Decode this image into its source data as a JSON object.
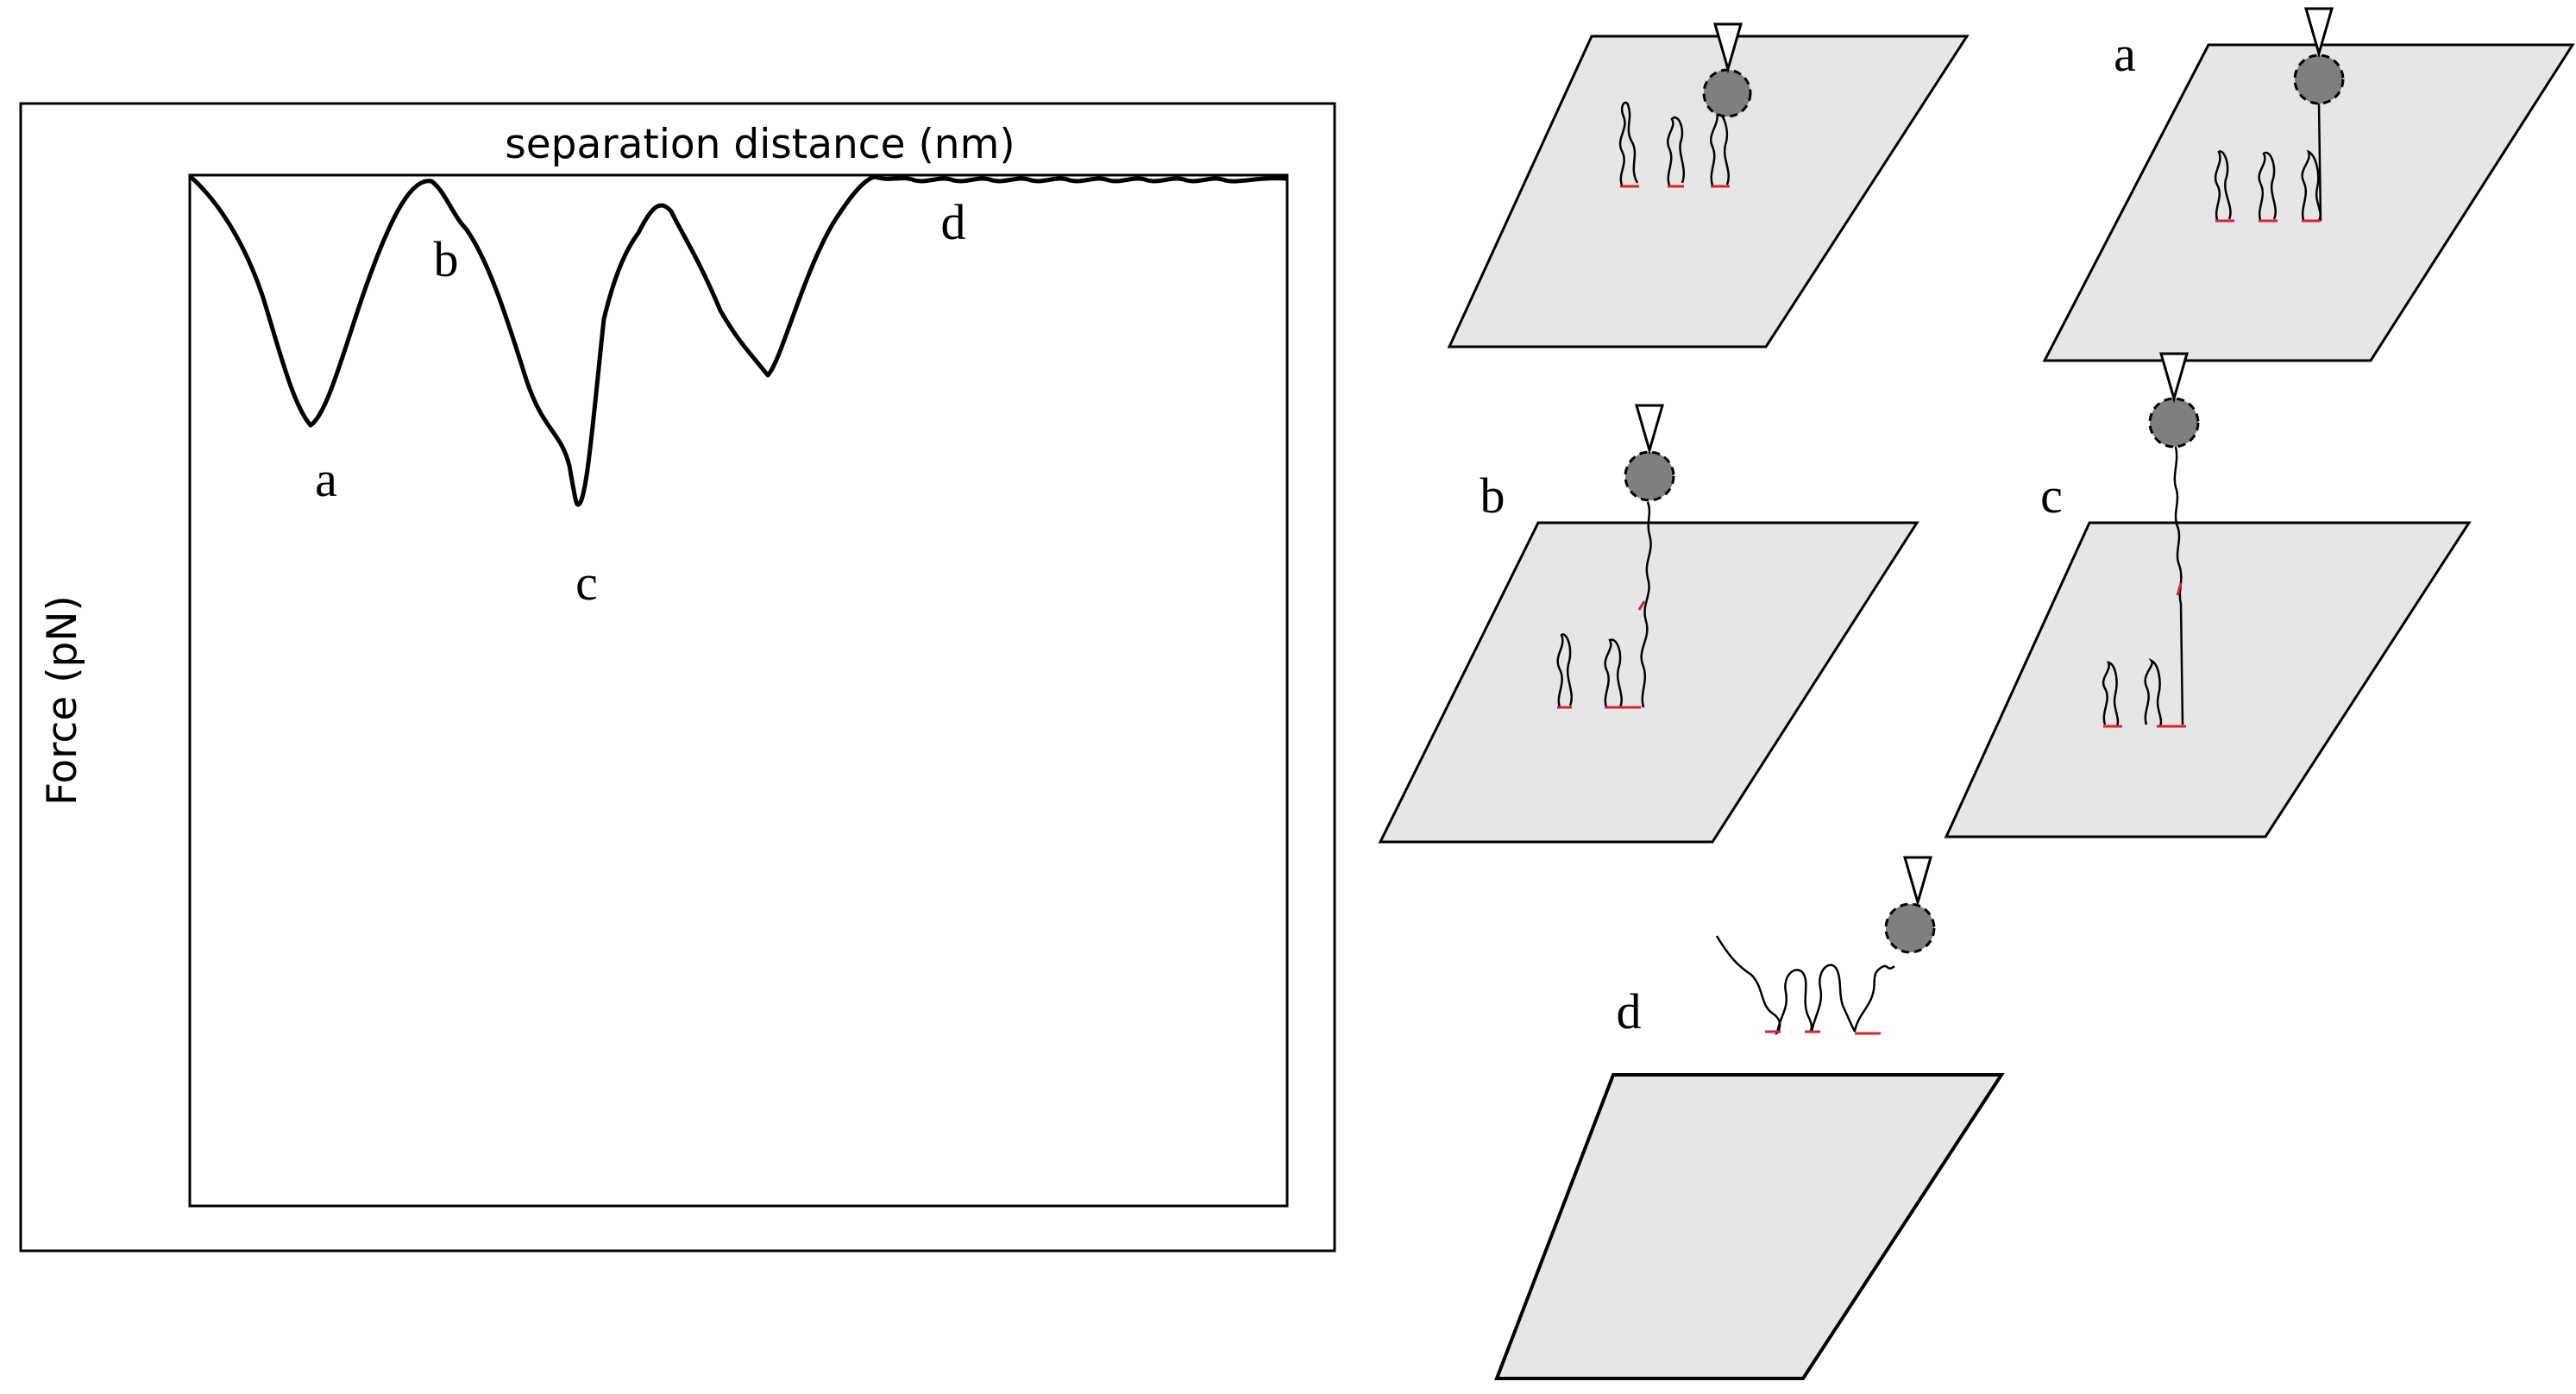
{
  "plot": {
    "x_axis_label": "separation distance (nm)",
    "y_axis_label": "Force (pN)",
    "point_labels": {
      "a": "a",
      "b": "b",
      "c": "c",
      "d": "d"
    }
  },
  "panels": [
    {
      "id": "initial",
      "label": ""
    },
    {
      "id": "a",
      "label": "a"
    },
    {
      "id": "b",
      "label": "b"
    },
    {
      "id": "c",
      "label": "c"
    },
    {
      "id": "d",
      "label": "d"
    }
  ],
  "colors": {
    "surface": "#e6e6e6",
    "bead": "#7f7f7f",
    "anchor": "#e0202a",
    "line": "#000000"
  }
}
